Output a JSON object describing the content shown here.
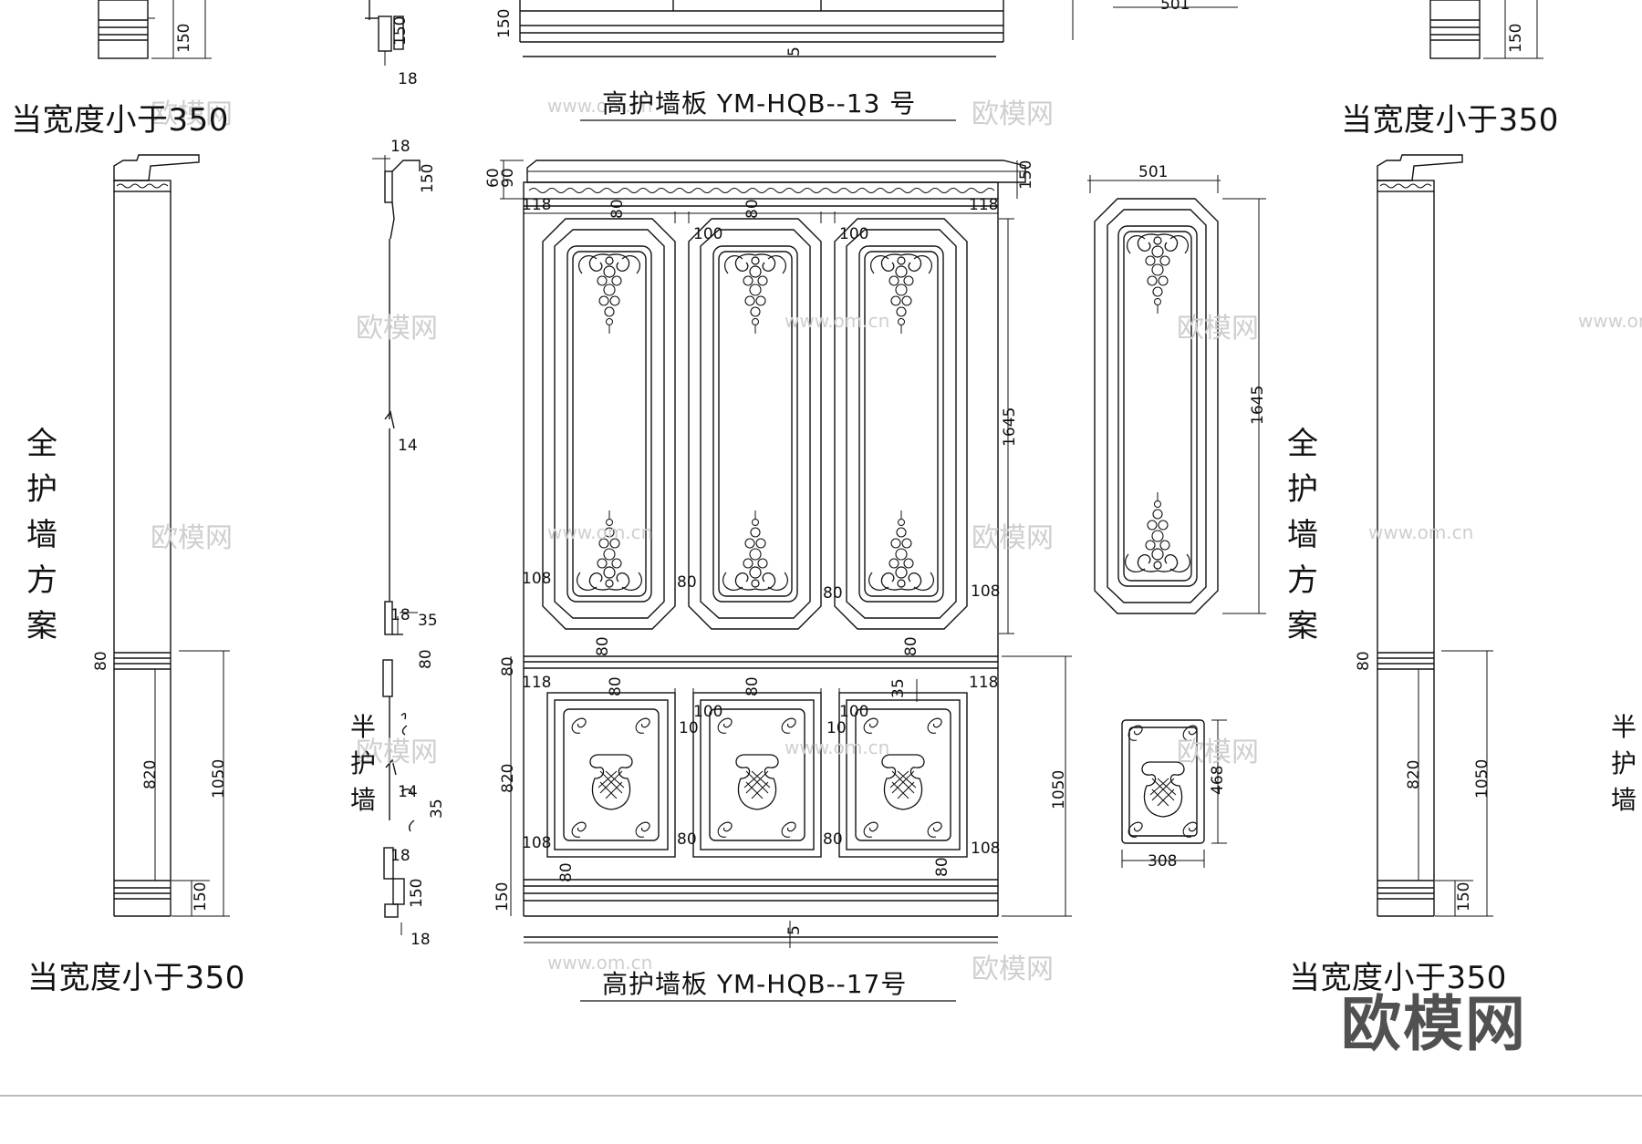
{
  "drawing": {
    "captions": {
      "top_left": "当宽度小于350",
      "top_right": "当宽度小于350",
      "bottom_left": "当宽度小于350",
      "bottom_right": "当宽度小于350"
    },
    "vertical_labels": {
      "full_wall_left": "全护墙方案",
      "full_wall_right": "全护墙方案",
      "half_wall_left": "半护墙",
      "half_wall_right": "半护墙"
    },
    "titles": {
      "panel_13": "高护墙板 YM-HQB--13 号",
      "panel_17": "高护墙板 YM-HQB--17号"
    },
    "brand_watermark": "欧模网",
    "watermark_text": "欧模网",
    "watermark_url": "www.om.cn",
    "dimensions": {
      "d150": "150",
      "d501": "501",
      "d5": "5",
      "d18": "18",
      "d14": "14",
      "d35": "35",
      "d80": "80",
      "d60": "60",
      "d90": "90",
      "d118": "118",
      "d100": "100",
      "d108": "108",
      "d1645": "1645",
      "d10": "10",
      "d820": "820",
      "d1050": "1050",
      "d468": "468",
      "d308": "308"
    },
    "colors": {
      "line": "#111111",
      "watermark": "#cfcfcf",
      "background": "#ffffff"
    }
  }
}
